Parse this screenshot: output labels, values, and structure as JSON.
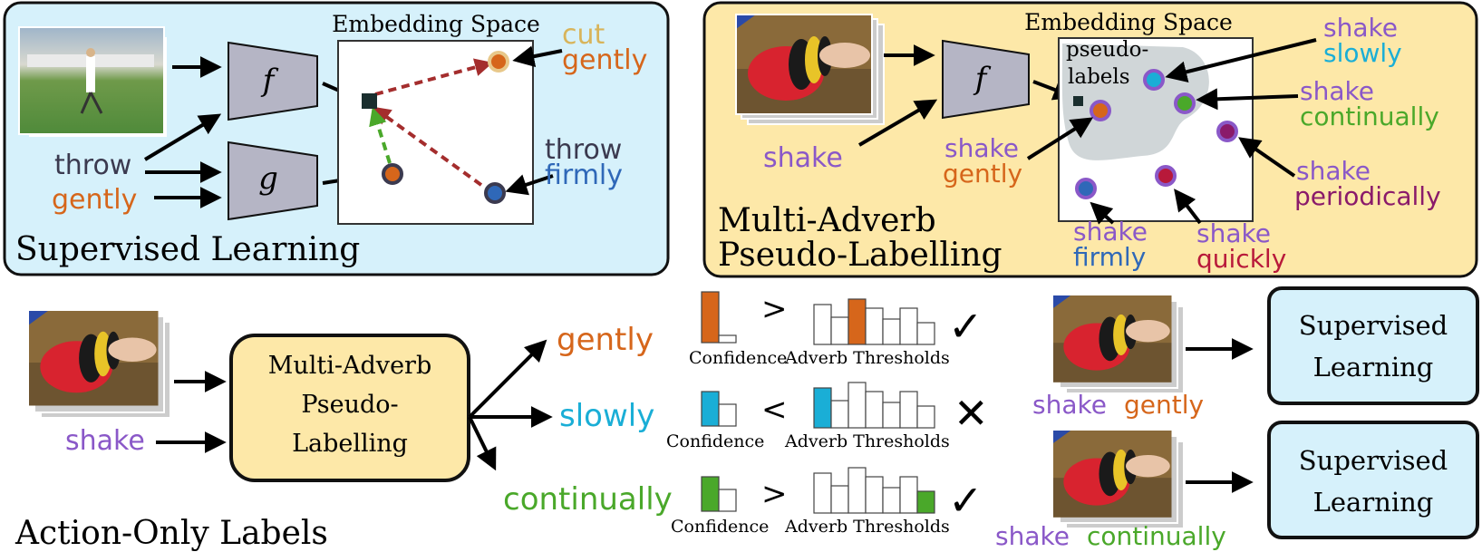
{
  "supervised_panel": {
    "title": "Supervised Learning",
    "embedding_title": "Embedding Space",
    "f_label": "f",
    "g_label": "g",
    "action_text": "throw",
    "adverb_text": "gently",
    "cut_action": "cut",
    "cut_adverb": "gently",
    "throw_action": "throw",
    "throw_adverb": "firmly"
  },
  "pseudo_panel": {
    "title_line1": "Multi-Adverb",
    "title_line2": "Pseudo-Labelling",
    "embedding_title": "Embedding Space",
    "f_label": "f",
    "action_text": "shake",
    "pseudo_line1": "pseudo-",
    "pseudo_line2": "labels",
    "labels": [
      {
        "action": "shake",
        "adverb": "slowly"
      },
      {
        "action": "shake",
        "adverb": "continually"
      },
      {
        "action": "shake",
        "adverb": "gently"
      },
      {
        "action": "shake",
        "adverb": "periodically"
      },
      {
        "action": "shake",
        "adverb": "firmly"
      },
      {
        "action": "shake",
        "adverb": "quickly"
      }
    ]
  },
  "bottom": {
    "input_action": "shake",
    "box_line1": "Multi-Adverb",
    "box_line2": "Pseudo-",
    "box_line3": "Labelling",
    "section_title": "Action-Only Labels",
    "rows": [
      {
        "adverb": "gently",
        "op": ">",
        "confidence_label": "Confidence",
        "thresholds_label": "Adverb Thresholds",
        "result": "✓"
      },
      {
        "adverb": "slowly",
        "op": "<",
        "confidence_label": "Confidence",
        "thresholds_label": "Adverb Thresholds",
        "result": "✕"
      },
      {
        "adverb": "continually",
        "op": ">",
        "confidence_label": "Confidence",
        "thresholds_label": "Adverb Thresholds",
        "result": "✓"
      }
    ],
    "outputs": [
      {
        "action": "shake",
        "adverb": "gently",
        "box_line1": "Supervised",
        "box_line2": "Learning"
      },
      {
        "action": "shake",
        "adverb": "continually",
        "box_line1": "Supervised",
        "box_line2": "Learning"
      }
    ]
  },
  "colors": {
    "supervised_bg": "#d6f1fb",
    "pseudo_bg": "#fde8a8",
    "encoder": "#b5b5c5",
    "orange": "#d6661b",
    "cyan": "#1aaed6",
    "green": "#4aa82a",
    "purple": "#8a58c8",
    "blue": "#2f68b8",
    "magenta": "#8a1a6a",
    "crimson": "#b8193a",
    "tan": "#d8b45a",
    "dark_red": "#a42d2d"
  }
}
